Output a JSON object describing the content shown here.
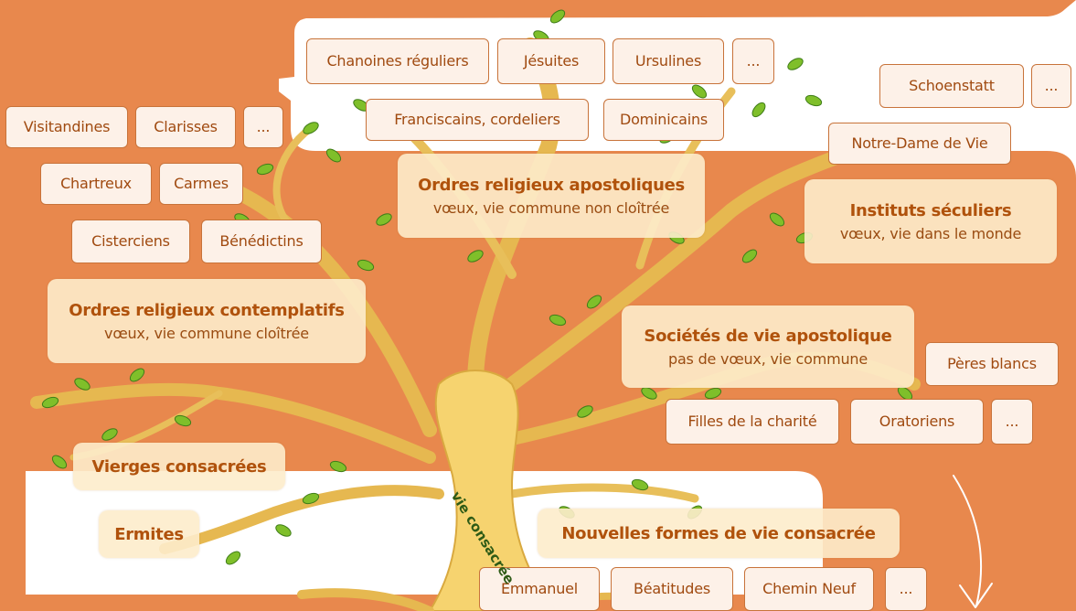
{
  "root": {
    "label": "vie consacrée"
  },
  "categories": {
    "apostoliques": {
      "title": "Ordres religieux apostoliques",
      "subtitle": "vœux, vie commune non cloîtrée"
    },
    "contemplatifs": {
      "title": "Ordres religieux contemplatifs",
      "subtitle": "vœux, vie commune cloîtrée"
    },
    "seculiers": {
      "title": "Instituts séculiers",
      "subtitle": "vœux, vie dans le monde"
    },
    "societes": {
      "title": "Sociétés de vie apostolique",
      "subtitle": "pas de vœux, vie commune"
    },
    "vierges": {
      "title": "Vierges consacrées"
    },
    "ermites": {
      "title": "Ermites"
    },
    "nouvelles": {
      "title": "Nouvelles formes de vie consacrée"
    }
  },
  "leaves": {
    "chanoines": "Chanoines réguliers",
    "jesuites": "Jésuites",
    "ursulines": "Ursulines",
    "apostoliques_more": "...",
    "franciscains": "Franciscains, cordeliers",
    "dominicains": "Dominicains",
    "schoenstatt": "Schoenstatt",
    "seculiers_more": "...",
    "notre_dame": "Notre-Dame de Vie",
    "visitandines": "Visitandines",
    "clarisses": "Clarisses",
    "contemplatifs_more": "...",
    "chartreux": "Chartreux",
    "carmes": "Carmes",
    "cisterciens": "Cisterciens",
    "benedictins": "Bénédictins",
    "peres_blancs": "Pères blancs",
    "filles_charite": "Filles de la charité",
    "oratoriens": "Oratoriens",
    "societes_more": "...",
    "emmanuel": "Emmanuel",
    "beatitudes": "Béatitudes",
    "chemin_neuf": "Chemin Neuf",
    "nouvelles_more": "..."
  },
  "colors": {
    "band": "#e8884d",
    "trunk": "#f6d36f",
    "trunk_dark": "#d9a93f",
    "leaf": "#7fbf2a",
    "leaf_dark": "#3f7d18",
    "label_text": "#a04a10",
    "category_text": "#b0520c"
  }
}
